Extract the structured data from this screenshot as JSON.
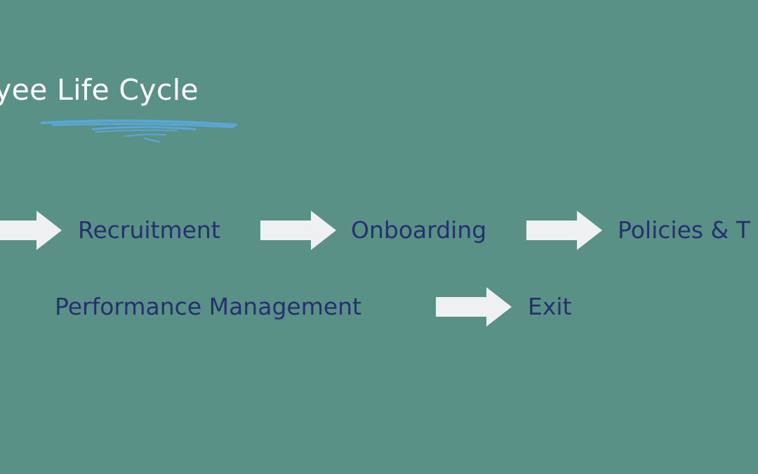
{
  "title": "yee Life Cycle",
  "steps": {
    "recruitment": "Recruitment",
    "onboarding": "Onboarding",
    "policies": "Policies & T",
    "performance": "Performance Management",
    "exit": "Exit"
  },
  "colors": {
    "background": "#5a9186",
    "title": "#ffffff",
    "step_text": "#27306e",
    "arrow": "#eff0f2",
    "underline": "#5aa6d4"
  }
}
